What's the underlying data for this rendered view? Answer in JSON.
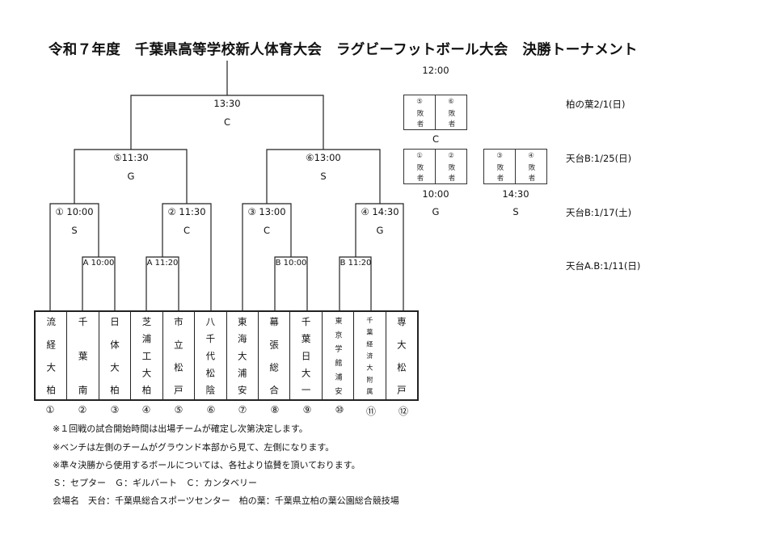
{
  "title": "令和７年度　千葉県高等学校新人体育大会　ラグビーフットボール大会　決勝トーナメント",
  "final": {
    "time": "13:30",
    "ball": "C"
  },
  "semis": [
    {
      "label": "⑤11:30",
      "ball": "G"
    },
    {
      "label": "⑥13:00",
      "ball": "S"
    }
  ],
  "quarters": [
    {
      "label": "① 10:00",
      "ball": "S"
    },
    {
      "label": "② 11:30",
      "ball": "C"
    },
    {
      "label": "③ 13:00",
      "ball": "C"
    },
    {
      "label": "④ 14:30",
      "ball": "G"
    }
  ],
  "first_round": [
    "A 10:00",
    "A 11:20",
    "B 10:00",
    "B 11:20"
  ],
  "teams": [
    {
      "name": "流経大柏",
      "num": "①"
    },
    {
      "name": "千葉南",
      "num": "②"
    },
    {
      "name": "日体大柏",
      "num": "③"
    },
    {
      "name": "芝浦工大柏",
      "num": "④"
    },
    {
      "name": "市立松戸",
      "num": "⑤"
    },
    {
      "name": "八千代松陰",
      "num": "⑥"
    },
    {
      "name": "東海大浦安",
      "num": "⑦"
    },
    {
      "name": "幕張総合",
      "num": "⑧"
    },
    {
      "name": "千葉日大一",
      "num": "⑨"
    },
    {
      "name": "東京学館浦安",
      "num": "⑩"
    },
    {
      "name": "千葉経済大附属",
      "num": "⑪"
    },
    {
      "name": "専大松戸",
      "num": "⑫"
    }
  ],
  "losers": {
    "top_time": "12:00",
    "match56": {
      "cells": [
        "⑤敗者",
        "⑥敗者"
      ],
      "ball": "C"
    },
    "match12": {
      "cells": [
        "①敗者",
        "②敗者"
      ],
      "time": "10:00",
      "ball": "G"
    },
    "match34": {
      "cells": [
        "③敗者",
        "④敗者"
      ],
      "time": "14:30",
      "ball": "S"
    }
  },
  "dates": [
    "柏の葉2/1(日)",
    "天台B:1/25(日)",
    "天台B:1/17(土)",
    "天台A.B:1/11(日)"
  ],
  "notes": [
    "※１回戦の試合開始時間は出場チームが確定し次第決定します。",
    "※ベンチは左側のチームがグラウンド本部から見て、左側になります。",
    "※準々決勝から使用するボールについては、各社より協賛を頂いております。",
    "Ｓ：セプター　Ｇ：ギルバート　Ｃ：カンタベリー",
    "会場名　天台：千葉県総合スポーツセンター　柏の葉：千葉県立柏の葉公園総合競技場"
  ]
}
